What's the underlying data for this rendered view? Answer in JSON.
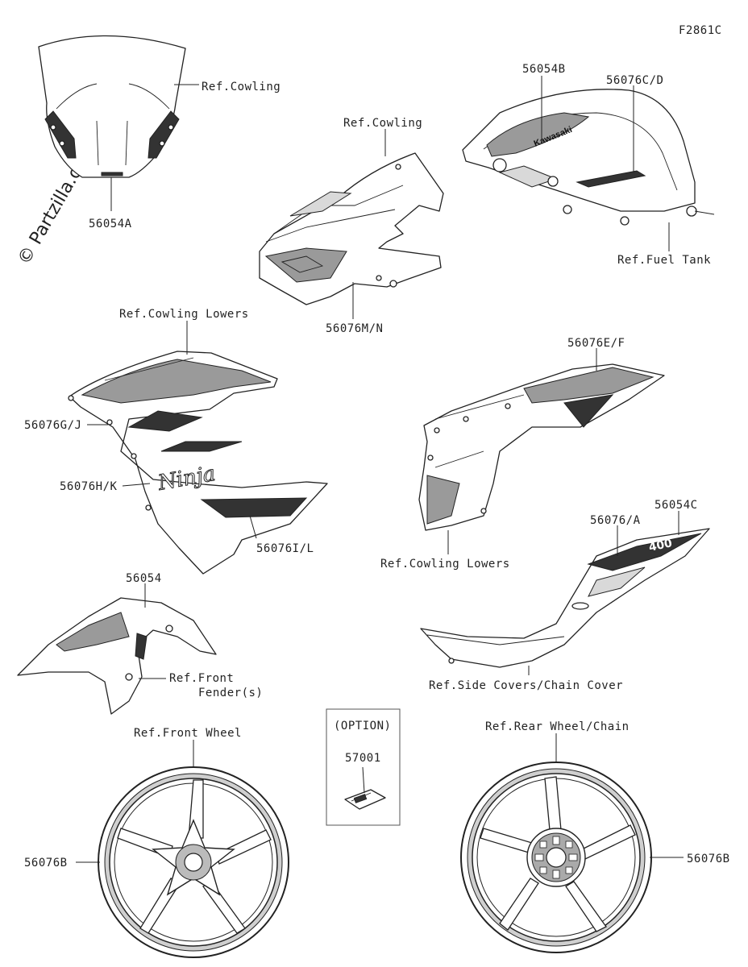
{
  "figure_code": "F2861C",
  "watermark": "© Partzilla.com",
  "labels": {
    "ref_cowling_1": "Ref.Cowling",
    "p_56054A": "56054A",
    "ref_cowling_2": "Ref.Cowling",
    "p_56076MN": "56076M/N",
    "p_56054B": "56054B",
    "p_56076CD": "56076C/D",
    "ref_fuel_tank": "Ref.Fuel Tank",
    "ref_cowling_lowers_1": "Ref.Cowling Lowers",
    "p_56076GJ": "56076G/J",
    "p_56076HK": "56076H/K",
    "p_56076IL": "56076I/L",
    "p_56076EF": "56076E/F",
    "ref_cowling_lowers_2": "Ref.Cowling Lowers",
    "p_56076A": "56076/A",
    "p_56054C": "56054C",
    "p_56054": "56054",
    "ref_front_fender_1": "Ref.Front",
    "ref_front_fender_2": "Fender(s)",
    "ref_side_covers": "Ref.Side Covers/Chain Cover",
    "option": "(OPTION)",
    "p_57001": "57001",
    "ref_front_wheel": "Ref.Front Wheel",
    "ref_rear_wheel": "Ref.Rear Wheel/Chain",
    "p_56076B_left": "56076B",
    "p_56076B_right": "56076B"
  },
  "decal_text": {
    "tank_brand": "Kawasaki",
    "ninja_script": "Ninja",
    "tail_model": "400"
  },
  "colors": {
    "line": "#222222",
    "background": "#ffffff",
    "dark_fill": "#333333",
    "mid_fill": "#9a9a9a",
    "light_fill": "#d9d9d9"
  }
}
